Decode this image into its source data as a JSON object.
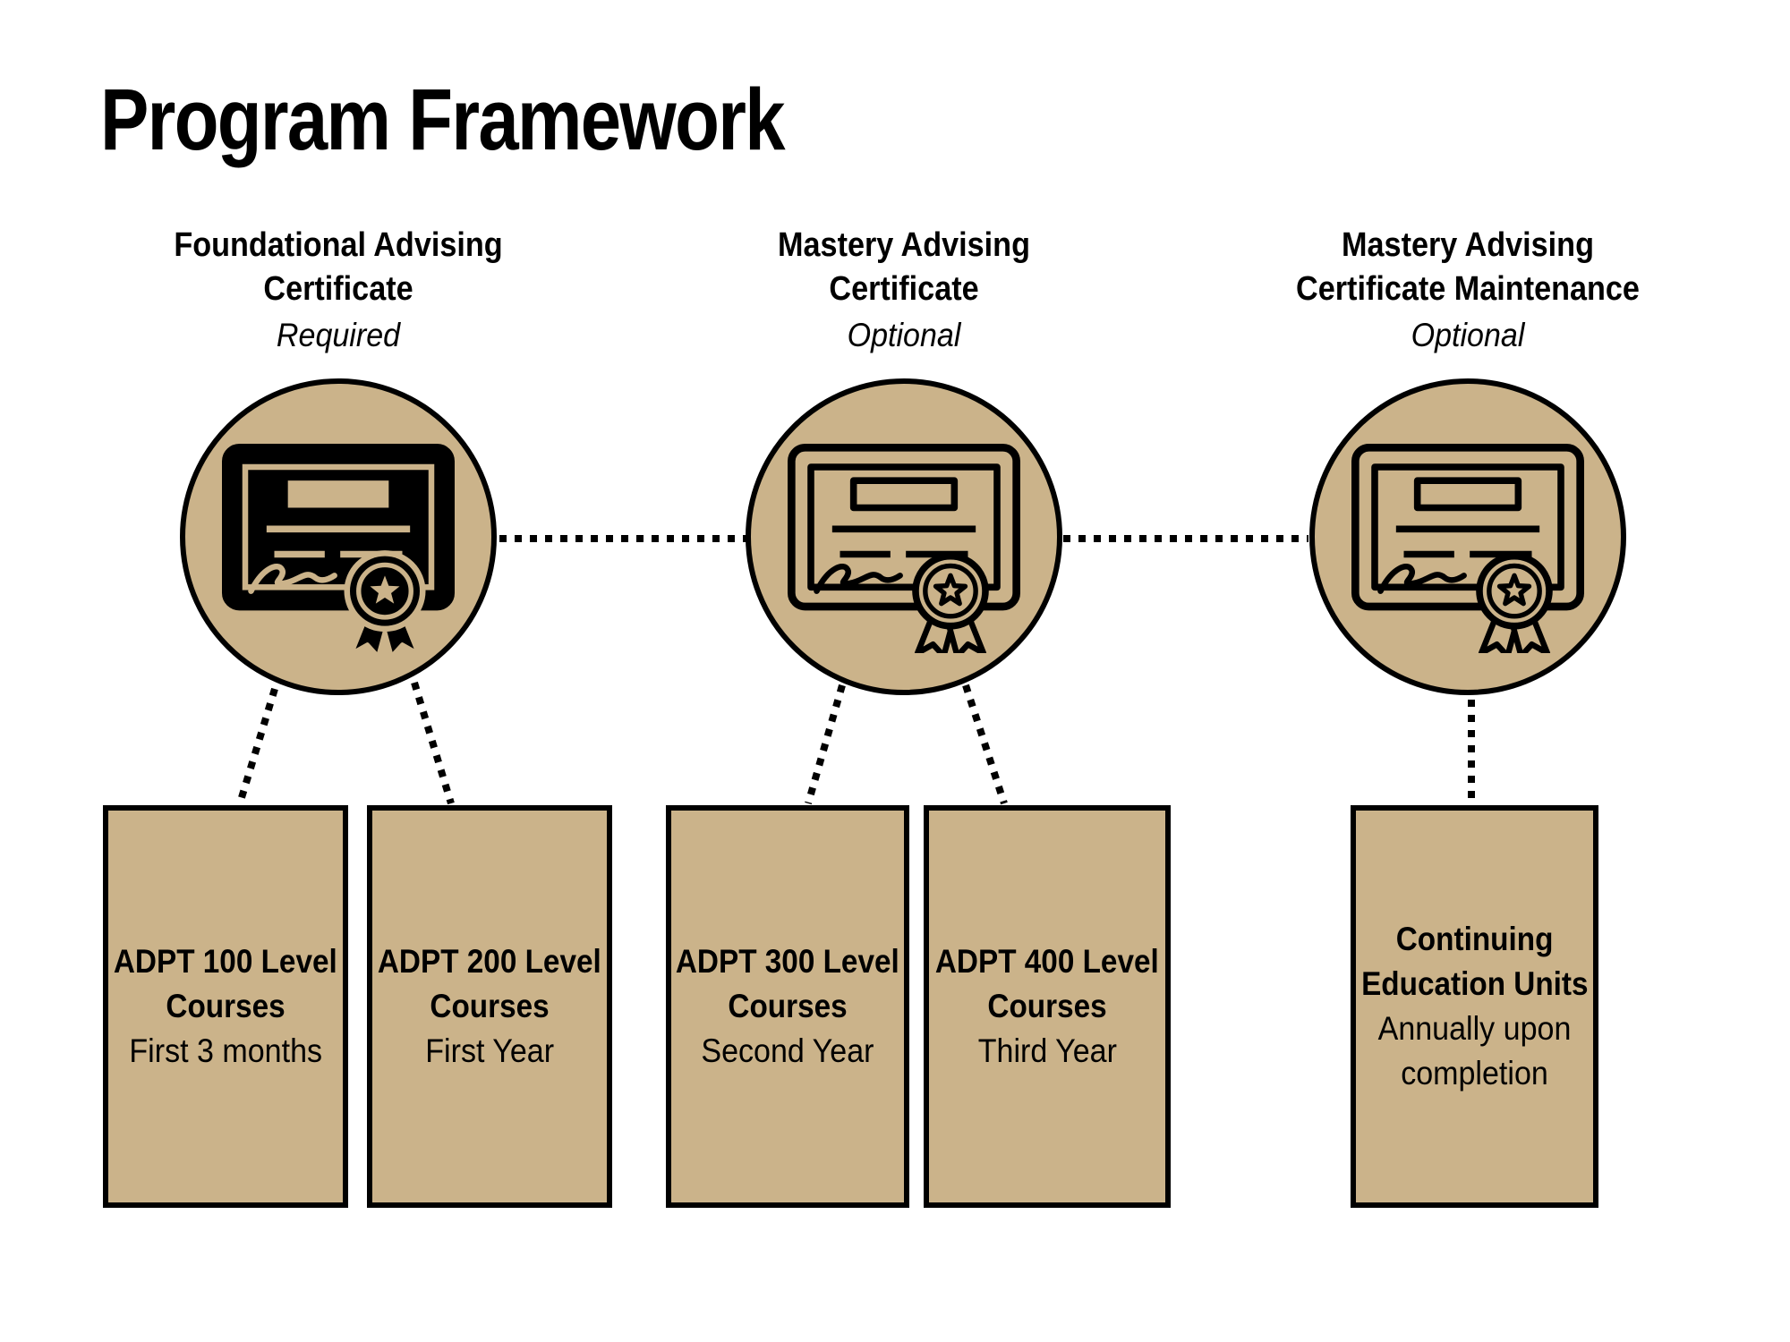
{
  "page": {
    "title": "Program Framework"
  },
  "colors": {
    "tan": "#CBB38A",
    "line": "#000000",
    "background": "#FFFFFF"
  },
  "columns": [
    {
      "title_line1": "Foundational Advising",
      "title_line2": "Certificate",
      "modality": "Required",
      "icon": "certificate-icon-filled"
    },
    {
      "title_line1": "Mastery Advising",
      "title_line2": "Certificate",
      "modality": "Optional",
      "icon": "certificate-icon-outline"
    },
    {
      "title_line1": "Mastery Advising",
      "title_line2": "Certificate Maintenance",
      "modality": "Optional",
      "icon": "certificate-icon-outline"
    }
  ],
  "boxes": [
    {
      "title_line1": "ADPT 100 Level",
      "title_line2": "Courses",
      "subtitle": "First 3 months"
    },
    {
      "title_line1": "ADPT 200 Level",
      "title_line2": "Courses",
      "subtitle": "First Year"
    },
    {
      "title_line1": "ADPT 300 Level",
      "title_line2": "Courses",
      "subtitle": "Second Year"
    },
    {
      "title_line1": "ADPT 400 Level",
      "title_line2": "Courses",
      "subtitle": "Third Year"
    },
    {
      "title_line1": "Continuing",
      "title_line2": "Education Units",
      "subtitle": "Annually upon completion"
    }
  ]
}
